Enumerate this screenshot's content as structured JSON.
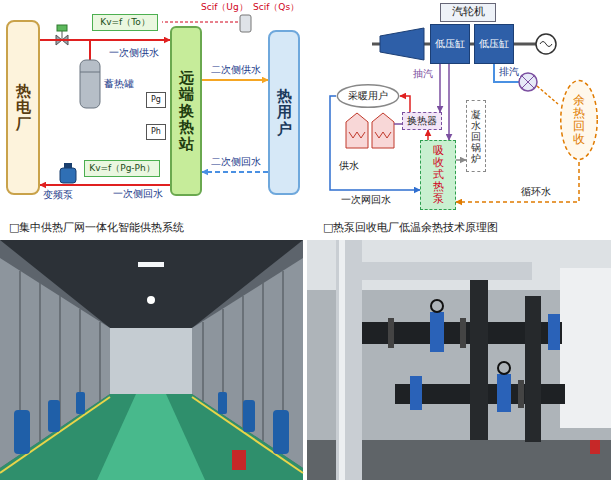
{
  "diagram": {
    "nodes": [
      {
        "text": [
          "热电厂"
        ]
      },
      {
        "text": [
          "Kv=f（To）"
        ]
      },
      {
        "text": [
          "远端换热站"
        ]
      },
      {
        "text": [
          "Pg"
        ]
      },
      {
        "text": [
          "Ph"
        ]
      },
      {
        "text": [
          "Kv=f（Pg-Ph）"
        ]
      },
      {
        "text": [
          "热用户"
        ]
      },
      {
        "text": [
          "汽轮机"
        ]
      },
      {
        "text": [
          "低压缸"
        ]
      },
      {
        "text": [
          "低压缸"
        ]
      },
      {
        "text": [
          "采暖用户"
        ]
      },
      {
        "text": [
          "换热器"
        ]
      },
      {
        "text": [
          "凝水回锅炉"
        ]
      },
      {
        "text": [
          "吸收式热泵"
        ]
      },
      {
        "text": [
          "余热回收"
        ]
      }
    ],
    "edges": [
      {
        "from": 0,
        "to": 2,
        "arrow": "to",
        "label": "一次侧供水"
      },
      {
        "from": 2,
        "to": 0,
        "arrow": "to",
        "label": "一次侧回水"
      },
      {
        "from": 2,
        "to": 6,
        "arrow": "to",
        "label": "二次侧供水"
      },
      {
        "from": 6,
        "to": 2,
        "arrow": "to",
        "label": "二次侧回水"
      },
      {
        "from": 8,
        "to": 11,
        "arrow": "to"
      },
      {
        "from": 8,
        "to": 13,
        "arrow": "to"
      },
      {
        "from": 13,
        "to": 11,
        "arrow": "to"
      },
      {
        "from": 11,
        "to": 10,
        "arrow": "to"
      },
      {
        "from": 10,
        "to": 13,
        "arrow": "to"
      },
      {
        "from": 13,
        "to": 12,
        "arrow": "to"
      },
      {
        "from": 14,
        "to": 13,
        "arrow": "to"
      }
    ],
    "labels": [
      "□集中供热厂网一体化智能供热系统",
      "□热泵回收电厂低温余热技术原理图",
      "蓄热罐",
      "变频泵",
      "Scif（Ug）",
      "Scif（Qs）",
      "抽汽",
      "排汽",
      "供水",
      "一次网回水",
      "循环水"
    ]
  }
}
